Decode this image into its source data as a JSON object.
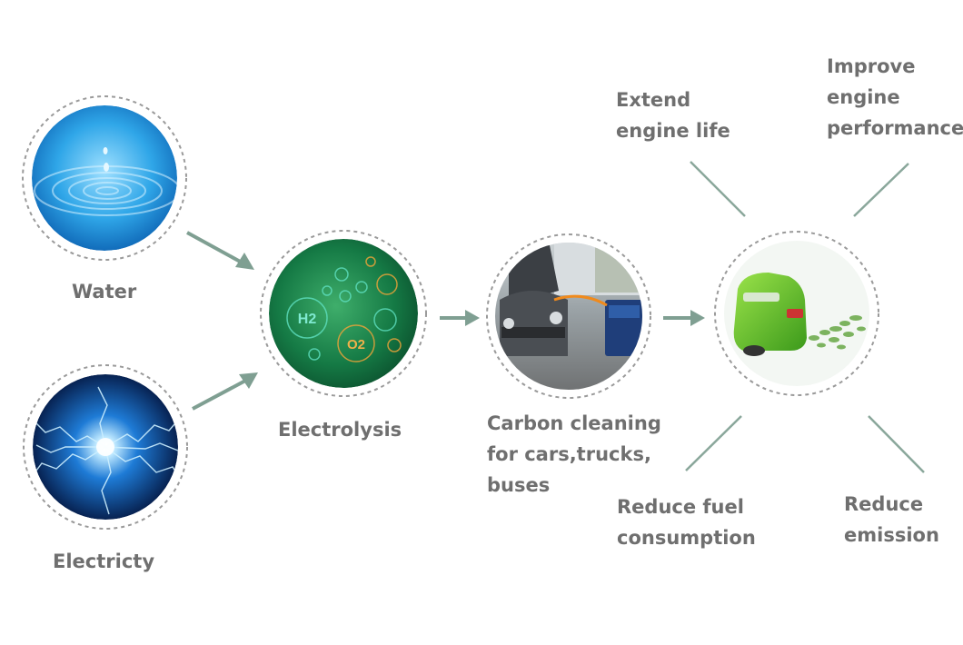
{
  "inputs": {
    "water": "Water",
    "electricity": "Electricty"
  },
  "process": {
    "electrolysis": "Electrolysis",
    "h2": "H2",
    "o2": "O2"
  },
  "application": {
    "lines": [
      "Carbon cleaning",
      "for cars,trucks,",
      "buses"
    ]
  },
  "benefits": {
    "extend": [
      "Extend",
      "engine life"
    ],
    "improve": [
      "Improve",
      "engine",
      "performance"
    ],
    "fuel": [
      "Reduce fuel",
      "consumption"
    ],
    "emission": [
      "Reduce",
      "emission"
    ]
  },
  "colors": {
    "arrow": "#7f9f92",
    "spoke": "#8aa79b",
    "dash": "#9a9a9a",
    "label": "#6f6f6f"
  }
}
